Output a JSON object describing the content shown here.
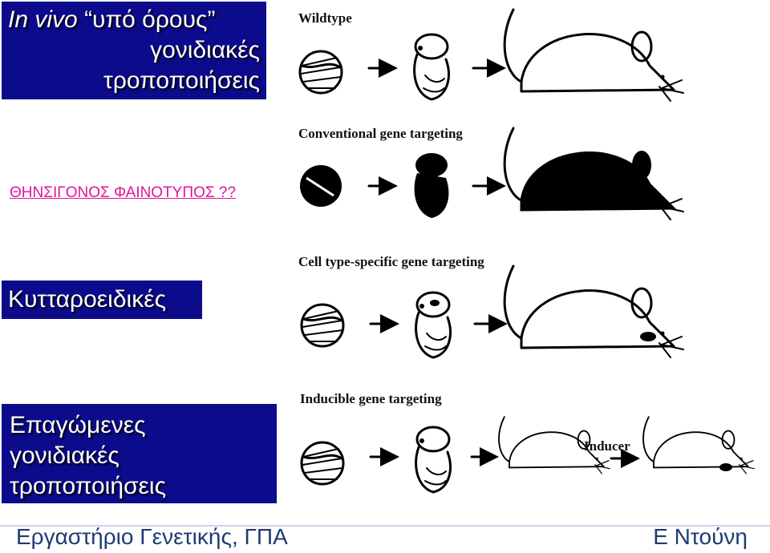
{
  "title": {
    "italic": "In vivo",
    "line1_rest": "“υπό όρους”",
    "line2": "γονιδιακές",
    "line3": "τροποποιήσεις"
  },
  "zygous_label": "ΘΗΝΣΙΓΟΝΟΣ ΦΑΙΝΟΤΥΠΟΣ ??",
  "cell_type_label": "Κυτταροειδικές",
  "inducible_label": [
    "Επαγώμενες",
    "γονιδιακές",
    "τροποποιήσεις"
  ],
  "figure": {
    "rows": [
      {
        "label": "Wildtype",
        "embryo_filled": false,
        "adult_filled": false,
        "spot": false
      },
      {
        "label": "Conventional gene targeting",
        "embryo_filled": true,
        "adult_filled": true,
        "spot": false
      },
      {
        "label": "Cell type-specific gene targeting",
        "embryo_filled": false,
        "adult_filled": false,
        "spot": true
      },
      {
        "label": "Inducible gene targeting",
        "embryo_filled": false,
        "adult_filled": false,
        "spot": false
      }
    ],
    "inducer_label": "Inducer"
  },
  "footer": {
    "left": "Εργαστήριο Γενετικής, ΓΠΑ",
    "right": "Ε Ντούνη"
  }
}
